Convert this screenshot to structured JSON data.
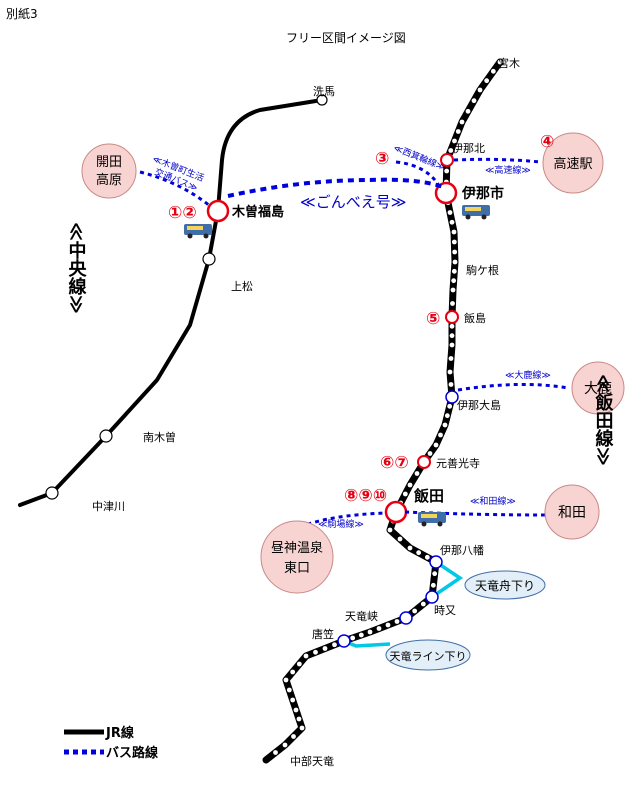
{
  "header": {
    "sheet_label": "別紙3",
    "title": "フリー区間イメージ図"
  },
  "lines": {
    "chuo": "≪中央線≫",
    "iida": "≪飯田線≫"
  },
  "stations": {
    "miyaki": "宮木",
    "inahoku": "伊那北",
    "inashi": "伊那市",
    "komagane": "駒ケ根",
    "iijima": "飯島",
    "inaoshima": "伊那大島",
    "motozenkoji": "元善光寺",
    "iida": "飯田",
    "inayawata": "伊那八幡",
    "tokimata": "時又",
    "tenryukyo": "天竜峡",
    "karakasa": "唐笠",
    "chubutenryu": "中部天竜",
    "senba": "洗馬",
    "kisofukushima": "木曽福島",
    "agematsu": "上松",
    "minamikiso": "南木曽",
    "nakatsugawa": "中津川"
  },
  "destinations": {
    "kaida_kogen": [
      "開田",
      "高原"
    ],
    "kosoku_eki": "高速駅",
    "ojika": "大鹿",
    "wada": "和田",
    "hirugami_higashiguchi": [
      "昼神温泉",
      "東口"
    ]
  },
  "boats": {
    "tenryu_funekudari": "天竜舟下り",
    "tenryu_line_kudari": "天竜ライン下り"
  },
  "bus_routes": {
    "gonbee": "≪ごんべえ号≫",
    "kiso_town": [
      "≪木曽町生活",
      "交通バス≫"
    ],
    "nishiminowa": "≪西箕輪線≫",
    "kosoku": "≪高速線≫",
    "ojika": "≪大鹿線≫",
    "wada": "≪和田線≫",
    "komaba": "≪駒場線≫"
  },
  "markers": {
    "m12": "①②",
    "m3": "③",
    "m4": "④",
    "m5": "⑤",
    "m67": "⑥⑦",
    "m8910": "⑧⑨⑩"
  },
  "legend": {
    "jr": "JR線",
    "bus": "バス路線"
  },
  "colors": {
    "jr": "#000000",
    "bus": "#0000dd",
    "marker": "#e60012",
    "river": "#00c8e6",
    "bubble": "#f7d4d2",
    "boat": "#e2eef8"
  }
}
